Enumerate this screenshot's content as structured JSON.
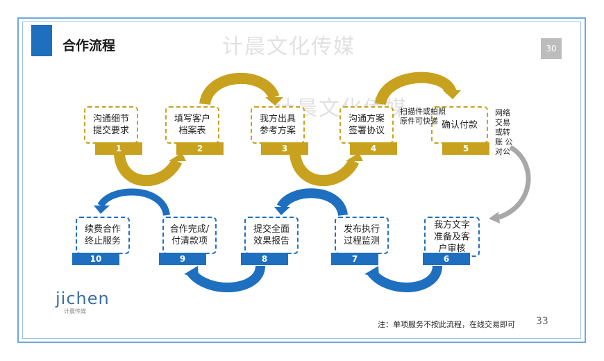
{
  "title": "合作流程",
  "watermark_1": "计晨文化传媒",
  "watermark_2": "计晨文化传媒",
  "page_box": "30",
  "page_number": "33",
  "note": "注：单项服务不按此流程，在线交易即可",
  "logo": {
    "text": "jichen",
    "subtitle": "计晨传媒"
  },
  "steps": [
    {
      "label": "沟通细节\n提交要求",
      "num": "1"
    },
    {
      "label": "填写客户\n档案表",
      "num": "2"
    },
    {
      "label": "我方出具\n参考方案",
      "num": "3"
    },
    {
      "label": "沟通方案\n签署协议",
      "num": "4"
    },
    {
      "label": "确认付款",
      "num": "5"
    },
    {
      "label": "我方文字\n准备及客\n户审核",
      "num": "6"
    },
    {
      "label": "发布执行\n过程监测",
      "num": "7"
    },
    {
      "label": "提交全面\n效果报告",
      "num": "8"
    },
    {
      "label": "合作完成/\n付清款项",
      "num": "9"
    },
    {
      "label": "续费合作\n终止服务",
      "num": "10"
    }
  ],
  "side_notes": {
    "scan": "扫描件或拍照\n原件可快递",
    "payment": "网络\n交易\n或转\n账 公\n对公"
  },
  "colors": {
    "gold": "#c8a21e",
    "blue": "#1e6fbf",
    "grey_arrow": "#a8a8a8"
  }
}
